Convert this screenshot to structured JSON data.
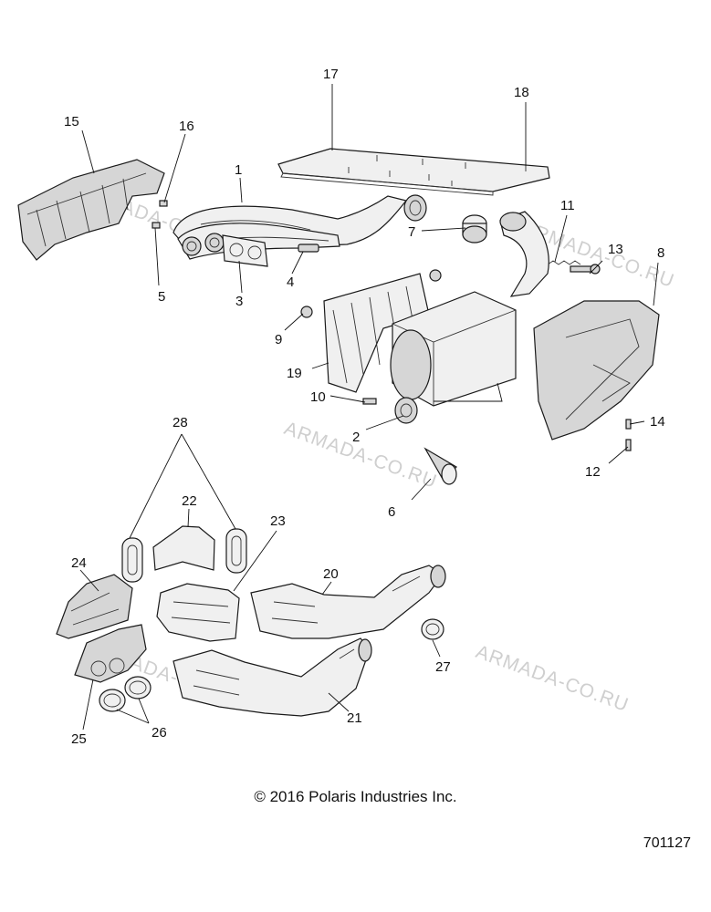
{
  "diagram": {
    "callouts": {
      "c1": "1",
      "c2": "2",
      "c3": "3",
      "c4": "4",
      "c5": "5",
      "c6": "6",
      "c7": "7",
      "c8": "8",
      "c9": "9",
      "c10": "10",
      "c11": "11",
      "c12": "12",
      "c13": "13",
      "c14": "14",
      "c15": "15",
      "c16": "16",
      "c17": "17",
      "c18": "18",
      "c19": "19",
      "c20": "20",
      "c21": "21",
      "c22": "22",
      "c23": "23",
      "c24": "24",
      "c25": "25",
      "c26": "26",
      "c27": "27",
      "c28": "28"
    },
    "watermark": "ARMADA-CO.RU",
    "copyright": "© 2016 Polaris Industries Inc.",
    "figure_number": "701127"
  }
}
